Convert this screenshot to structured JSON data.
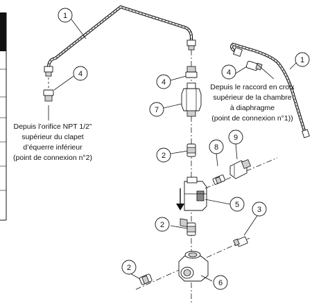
{
  "callouts": {
    "c1_top": "1",
    "c1_right": "1",
    "c4_left": "4",
    "c4_mid": "4",
    "c4_right": "4",
    "c7": "7",
    "c2_upper": "2",
    "c8": "8",
    "c9": "9",
    "c5": "5",
    "c3": "3",
    "c2_mid": "2",
    "c2_lower": "2",
    "c6": "6"
  },
  "notes": {
    "left": [
      "Depuis l’orifice NPT 1/2”",
      "supérieur du clapet",
      "d’équerre inférieur",
      "(point de connexion n°2)"
    ],
    "right": [
      "Depuis le raccord en croix",
      "supérieur de la chambre",
      "à diaphragme",
      "(point de connexion n°1))"
    ]
  },
  "icons": {
    "arrow": "down-arrow-icon"
  }
}
